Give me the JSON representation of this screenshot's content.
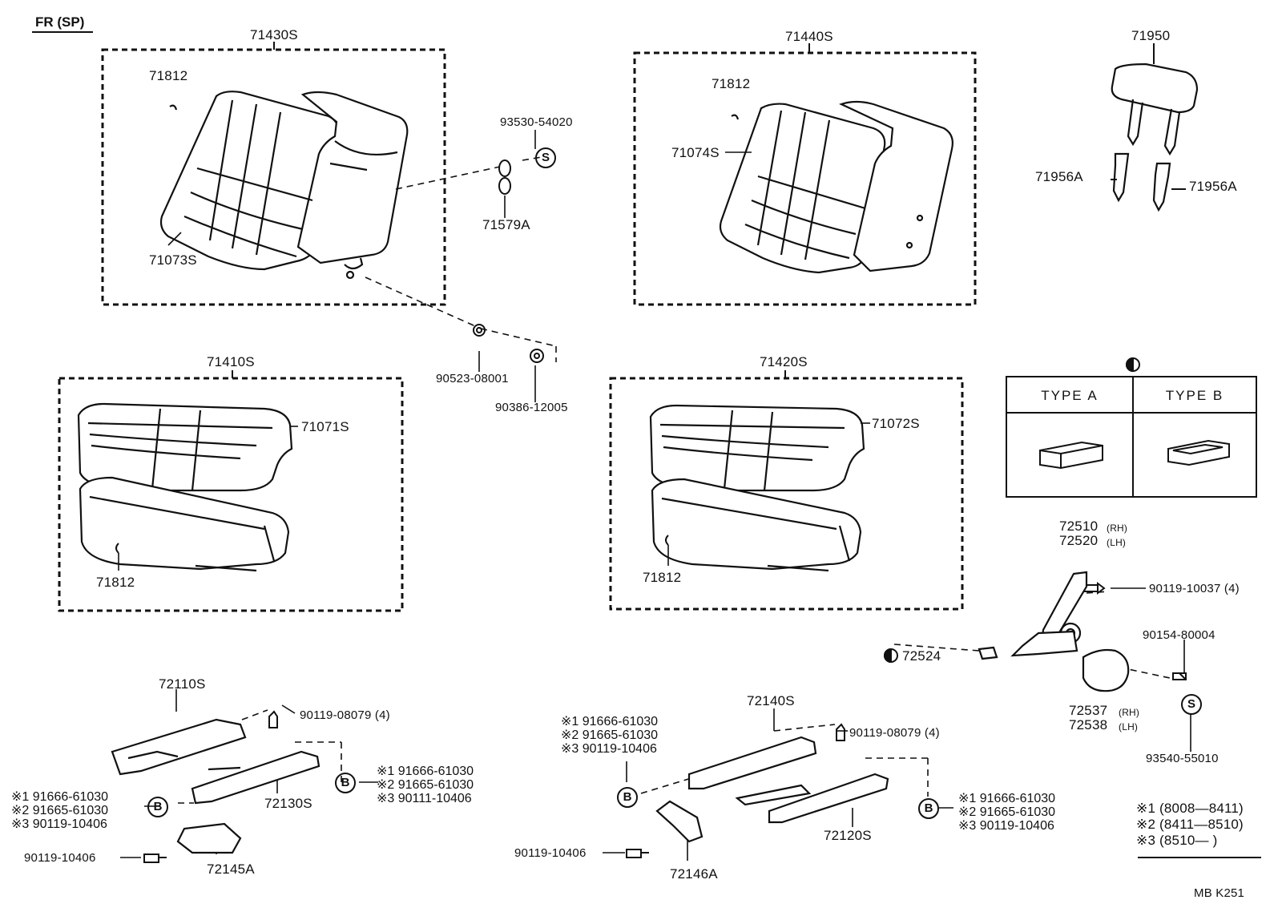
{
  "header": {
    "label": "FR (SP)",
    "code": "MB  K251"
  },
  "symbols": {
    "s": "S",
    "b": "B",
    "half_circle": "half-circle-symbol"
  },
  "labels": {
    "p71430S": "71430S",
    "p71812a": "71812",
    "p71073S": "71073S",
    "p93530": "93530-54020",
    "p71579A": "71579A",
    "p71440S": "71440S",
    "p71812b": "71812",
    "p71074S": "71074S",
    "p71950": "71950",
    "p71956Aa": "71956A",
    "p71956Ab": "71956A",
    "p71410S": "71410S",
    "p71071S": "71071S",
    "p71812c": "71812",
    "p90523": "90523-08001",
    "p90386": "90386-12005",
    "p71420S": "71420S",
    "p71072S": "71072S",
    "p71812d": "71812",
    "p72510": "72510",
    "p72510s": "(RH)",
    "p72520": "72520",
    "p72520s": "(LH)",
    "p90119_10037": "90119-10037 (4)",
    "p72524": "72524",
    "p90154": "90154-80004",
    "p72537": "72537",
    "p72537s": "(RH)",
    "p72538": "72538",
    "p72538s": "(LH)",
    "p93540": "93540-55010",
    "p72110S": "72110S",
    "p90119_08079a": "90119-08079 (4)",
    "p72130S": "72130S",
    "p72145A": "72145A",
    "p90119_10406a": "90119-10406",
    "p72140S": "72140S",
    "p90119_08079b": "90119-08079 (4)",
    "p72120S": "72120S",
    "p72146A": "72146A",
    "p90119_10406b": "90119-10406"
  },
  "type_table": {
    "headers": [
      "TYPE  A",
      "TYPE  B"
    ]
  },
  "refs_left": [
    "※1 91666-61030",
    "※2 91665-61030",
    "※3 90119-10406"
  ],
  "refs_mid_right": [
    "※1 91666-61030",
    "※2 91665-61030",
    "※3 90111-10406"
  ],
  "refs_center_left": [
    "※1 91666-61030",
    "※2 91665-61030",
    "※3 90119-10406"
  ],
  "refs_right": [
    "※1 91666-61030",
    "※2 91665-61030",
    "※3 90119-10406"
  ],
  "legend": [
    "※1 (8008—8411)",
    "※2 (8411—8510)",
    "※3 (8510—        )"
  ]
}
